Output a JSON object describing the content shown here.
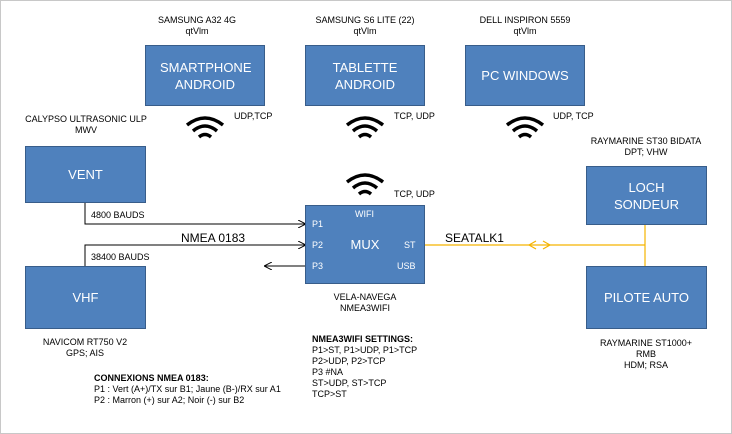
{
  "devices": {
    "smartphone": {
      "model": "SAMSUNG A32 4G",
      "app": "qtVlm",
      "label": "SMARTPHONE ANDROID",
      "proto": "UDP,TCP"
    },
    "tablet": {
      "model": "SAMSUNG S6 LITE (22)",
      "app": "qtVlm",
      "label": "TABLETTE ANDROID",
      "proto": "TCP, UDP"
    },
    "pc": {
      "model": "DELL INSPIRON 5559",
      "app": "qtVlm",
      "label": "PC WINDOWS",
      "proto": "UDP, TCP"
    },
    "vent": {
      "model_line1": "CALYPSO ULTRASONIC ULP",
      "model_line2": "MWV",
      "label": "VENT",
      "baud": "4800 BAUDS"
    },
    "vhf": {
      "label": "VHF",
      "baud": "38400 BAUDS",
      "model_line1": "NAVICOM RT750 V2",
      "model_line2": "GPS; AIS"
    },
    "loch": {
      "model_line1": "RAYMARINE ST30 BIDATA",
      "model_line2": "DPT; VHW",
      "label": "LOCH SONDEUR"
    },
    "pilote": {
      "label": "PILOTE AUTO",
      "model_line1": "RAYMARINE ST1000+",
      "model_line2": "RMB",
      "model_line3": "HDM; RSA"
    }
  },
  "mux": {
    "label": "MUX",
    "wifi": "WIFI",
    "p1": "P1",
    "p2": "P2",
    "p3": "P3",
    "st": "ST",
    "usb": "USB",
    "proto": "TCP, UDP",
    "name_line1": "VELA-NAVEGA",
    "name_line2": "NMEA3WIFI"
  },
  "links": {
    "nmea": "NMEA 0183",
    "seatalk": "SEATALK1"
  },
  "connexions": {
    "title": "CONNEXIONS NMEA 0183:",
    "lines": [
      "P1 : Vert (A+)/TX sur B1; Jaune (B-)/RX sur A1",
      "P2 : Marron (+) sur A2; Noir (-) sur B2"
    ]
  },
  "settings": {
    "title": "NMEA3WIFI SETTINGS:",
    "lines": [
      "P1>ST, P1>UDP, P1>TCP",
      "P2>UDP, P2>TCP",
      "P3 #NA",
      "ST>UDP, ST>TCP",
      "TCP>ST"
    ]
  },
  "colors": {
    "box": "#4f81bd",
    "box_border": "#385d8a",
    "seatalk_line": "#f5b400"
  }
}
